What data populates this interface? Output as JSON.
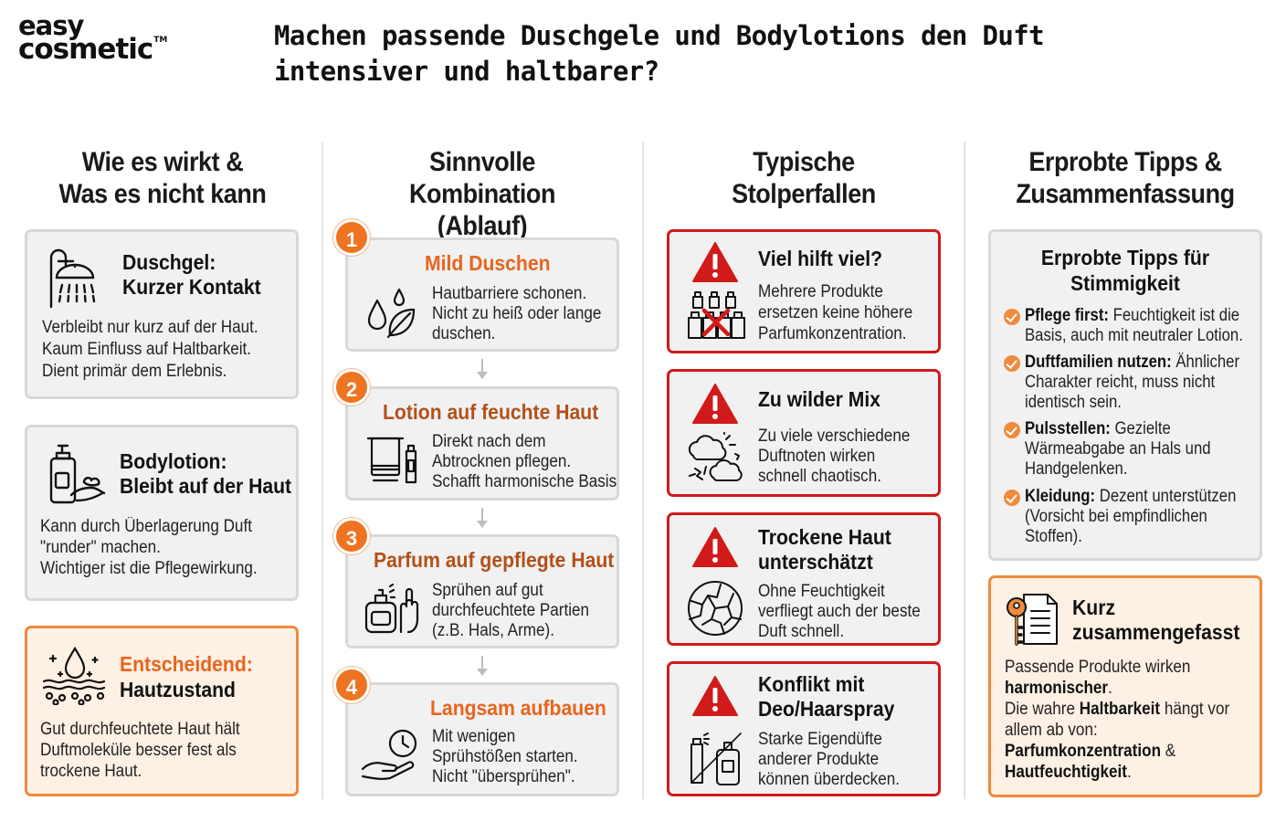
{
  "brand": {
    "line1": "easy",
    "line2": "cosmetic",
    "tm": "TM"
  },
  "title": {
    "line1": "Machen passende Duschgele und Bodylotions den Duft",
    "line2": "intensiver und haltbarer?"
  },
  "columns": [
    {
      "heading_line1": "Wie es wirkt &",
      "heading_line2": "Was es nicht kann"
    },
    {
      "heading_line1": "Sinnvolle Kombination",
      "heading_line2": "(Ablauf)"
    },
    {
      "heading_line1": "Typische",
      "heading_line2": "Stolperfallen"
    },
    {
      "heading_line1": "Erprobte Tipps &",
      "heading_line2": "Zusammenfassung"
    }
  ],
  "col1": {
    "cards": [
      {
        "icon": "shower-icon",
        "title1": "Duschgel:",
        "title2": "Kurzer Kontakt",
        "body": [
          "Verbleibt nur kurz auf der Haut.",
          "Kaum Einfluss auf Haltbarkeit.",
          "Dient primär dem Erlebnis."
        ]
      },
      {
        "icon": "lotion-bottle-icon",
        "title1": "Bodylotion:",
        "title2": "Bleibt auf der Haut",
        "body": [
          "Kann durch Überlagerung Duft",
          "\"runder\" machen.",
          "Wichtiger ist die Pflegewirkung."
        ]
      },
      {
        "icon": "skin-layer-icon",
        "title1": "Entscheidend:",
        "title2": "Hautzustand",
        "body": [
          "Gut durchfeuchtete Haut hält",
          "Duftmoleküle besser fest als",
          "trockene Haut."
        ]
      }
    ]
  },
  "col2": {
    "steps": [
      {
        "num": "1",
        "icon": "drops-leaf-icon",
        "title": "Mild Duschen",
        "body": [
          "Hautbarriere schonen.",
          "Nicht zu heiß oder lange",
          "duschen."
        ]
      },
      {
        "num": "2",
        "icon": "towel-lotion-icon",
        "title": "Lotion auf feuchte Haut",
        "body": [
          "Direkt nach dem",
          "Abtrocknen pflegen.",
          "Schafft harmonische Basis"
        ]
      },
      {
        "num": "3",
        "icon": "perfume-hand-icon",
        "title": "Parfum auf gepflegte Haut",
        "body": [
          "Sprühen auf gut",
          "durchfeuchtete Partien",
          "(z.B. Hals, Arme)."
        ]
      },
      {
        "num": "4",
        "icon": "clock-hand-icon",
        "title": "Langsam aufbauen",
        "body": [
          "Mit wenigen",
          "Sprühstößen starten.",
          "Nicht \"übersprühen\"."
        ]
      }
    ]
  },
  "col3": {
    "cards": [
      {
        "icon": "bottles-cross-icon",
        "title1": "Viel hilft viel?",
        "title2": "",
        "body": [
          "Mehrere Produkte",
          "ersetzen keine höhere",
          "Parfumkonzentration."
        ]
      },
      {
        "icon": "chaos-clouds-icon",
        "title1": "Zu wilder Mix",
        "title2": "",
        "body": [
          "Zu viele verschiedene",
          "Duftnoten wirken",
          "schnell chaotisch."
        ]
      },
      {
        "icon": "cracked-skin-icon",
        "title1": "Trockene Haut",
        "title2": "unterschätzt",
        "body": [
          "Ohne Feuchtigkeit",
          "verfliegt auch der beste",
          "Duft schnell."
        ]
      },
      {
        "icon": "deo-spray-icon",
        "title1": "Konflikt mit",
        "title2": "Deo/Haarspray",
        "body": [
          "Starke Eigendüfte",
          "anderer Produkte",
          "können überdecken."
        ]
      }
    ]
  },
  "col4": {
    "tips_title1": "Erprobte Tipps für",
    "tips_title2": "Stimmigkeit",
    "tips": [
      {
        "bold": "Pflege first:",
        "rest1": " Feuchtigkeit ist die",
        "rest2": "Basis, auch mit neutraler Lotion.",
        "rest3": ""
      },
      {
        "bold": "Duftfamilien nutzen:",
        "rest1": " Ähnlicher",
        "rest2": "Charakter reicht, muss nicht",
        "rest3": "identisch sein."
      },
      {
        "bold": "Pulsstellen:",
        "rest1": " Gezielte",
        "rest2": "Wärmeabgabe an Hals und",
        "rest3": "Handgelenken."
      },
      {
        "bold": "Kleidung:",
        "rest1": " Dezent unterstützen",
        "rest2": "(Vorsicht bei empfindlichen",
        "rest3": "Stoffen)."
      }
    ],
    "summary": {
      "icon": "key-document-icon",
      "title1": "Kurz",
      "title2": "zusammengefasst",
      "l1": "Passende Produkte wirken",
      "l2b": "harmonischer",
      "l2r": ".",
      "l3a": "Die wahre ",
      "l3b": "Haltbarkeit",
      "l3c": " hängt vor",
      "l4": "allem ab von:",
      "l5b": "Parfumkonzentration",
      "l5r": " &",
      "l6b": "Hautfeuchtigkeit",
      "l6r": "."
    }
  },
  "colors": {
    "accent": "#ee7422",
    "warning": "#cf1b1b",
    "card": "#f1f1f1",
    "card_border": "#d8d8d8"
  }
}
